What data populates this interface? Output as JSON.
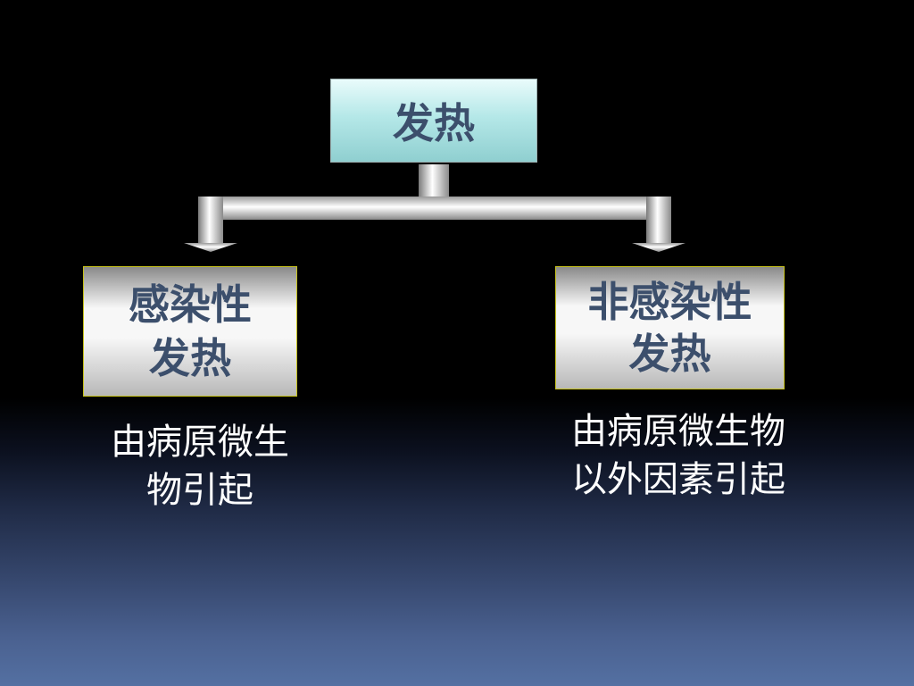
{
  "diagram": {
    "root": {
      "label": "发热"
    },
    "children": [
      {
        "label_lines": [
          "感染性",
          "发热"
        ],
        "description_lines": [
          "由病原微生",
          "物引起"
        ]
      },
      {
        "label_lines": [
          "非感染性",
          "发热"
        ],
        "description_lines": [
          "由病原微生物",
          "以外因素引起"
        ]
      }
    ]
  },
  "colors": {
    "box_text": "#3c4f6c",
    "root_fill": "#b5e8e8",
    "child_border": "#c7c21c",
    "description_text": "#ffffff"
  }
}
